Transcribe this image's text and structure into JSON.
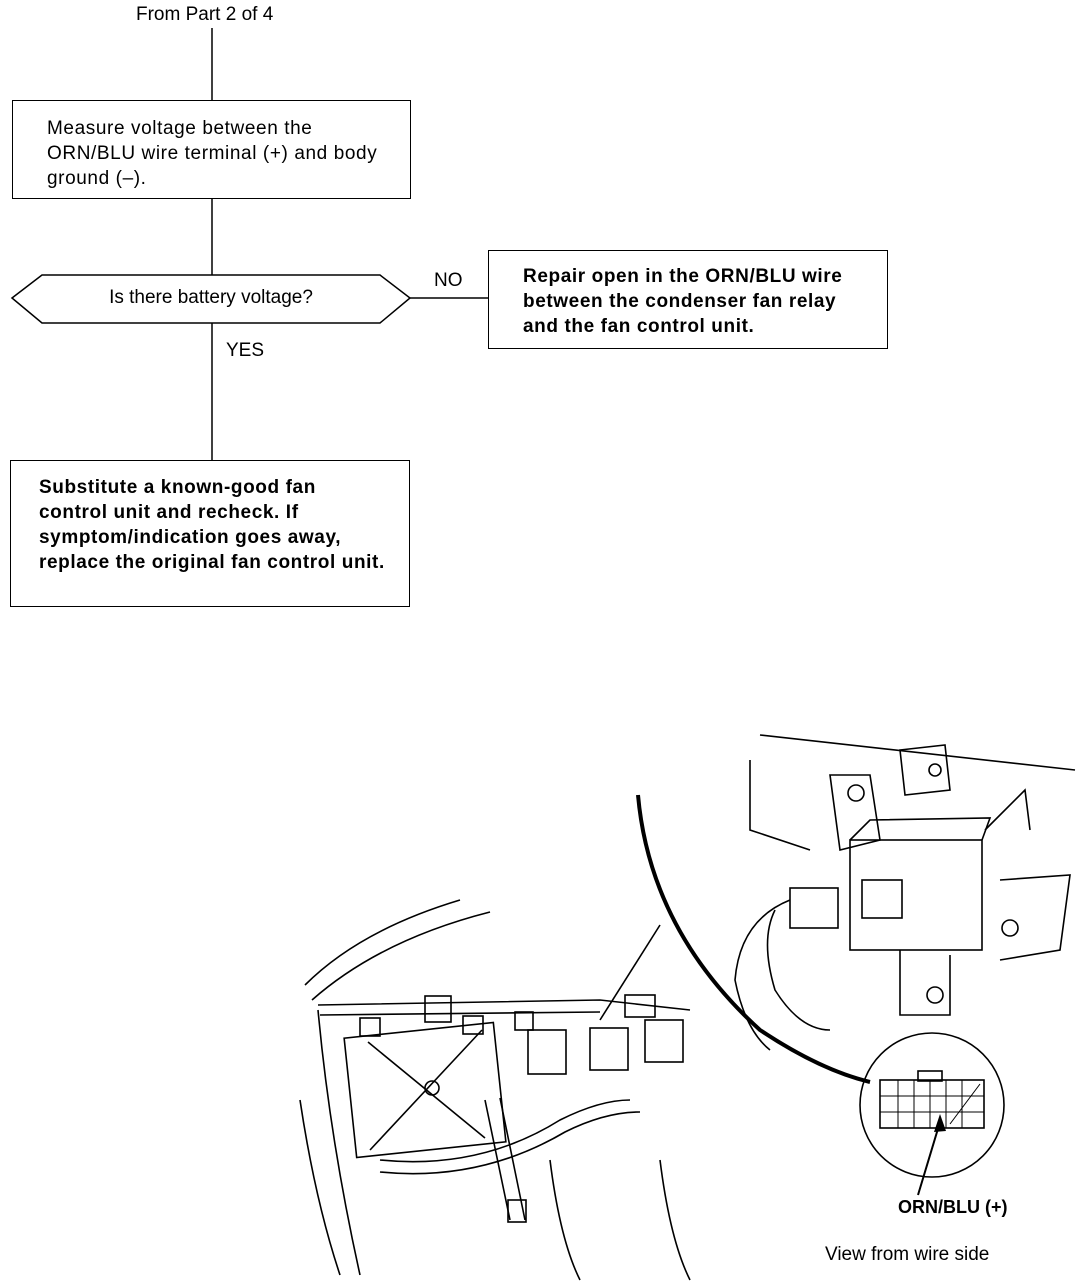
{
  "flowchart": {
    "from_label": "From Part 2 of 4",
    "measure_step": "Measure voltage between the ORN/BLU wire terminal (+) and body ground (–).",
    "decision": "Is there battery voltage?",
    "no_label": "NO",
    "yes_label": "YES",
    "no_action": "Repair open in the ORN/BLU wire between the condenser fan relay and the fan control unit.",
    "yes_action": "Substitute a known-good fan control unit and recheck. If symptom/indication goes away, replace the original fan control unit."
  },
  "illustration": {
    "connector_label": "ORN/BLU (+)",
    "view_caption": "View from wire side"
  }
}
